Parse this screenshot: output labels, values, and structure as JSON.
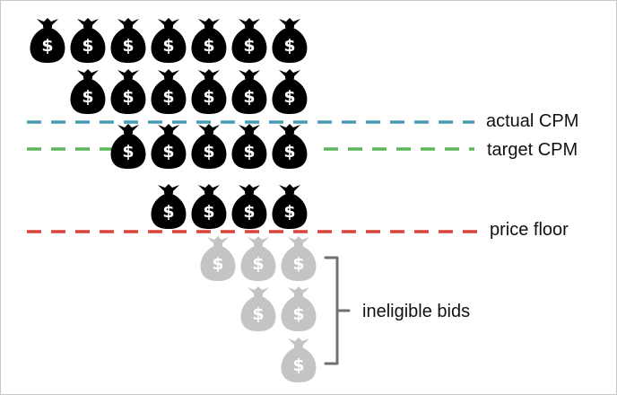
{
  "colors": {
    "eligible_bag": "#000000",
    "ineligible_bag": "#c4c4c4",
    "bracket": "#707070",
    "actual_cpm_line": "#4c9bb5",
    "target_cpm_line": "#5cb55a",
    "price_floor_line": "#d8433a"
  },
  "icon": "money-bag-icon",
  "bag_symbol": "$",
  "lines": {
    "actual_cpm": {
      "label": "actual CPM"
    },
    "target_cpm": {
      "label": "target CPM"
    },
    "price_floor": {
      "label": "price floor"
    }
  },
  "bids": {
    "eligible_rows": [
      7,
      6,
      5,
      4
    ],
    "ineligible_rows": [
      3,
      2,
      1
    ],
    "ineligible_label": "ineligible bids"
  }
}
